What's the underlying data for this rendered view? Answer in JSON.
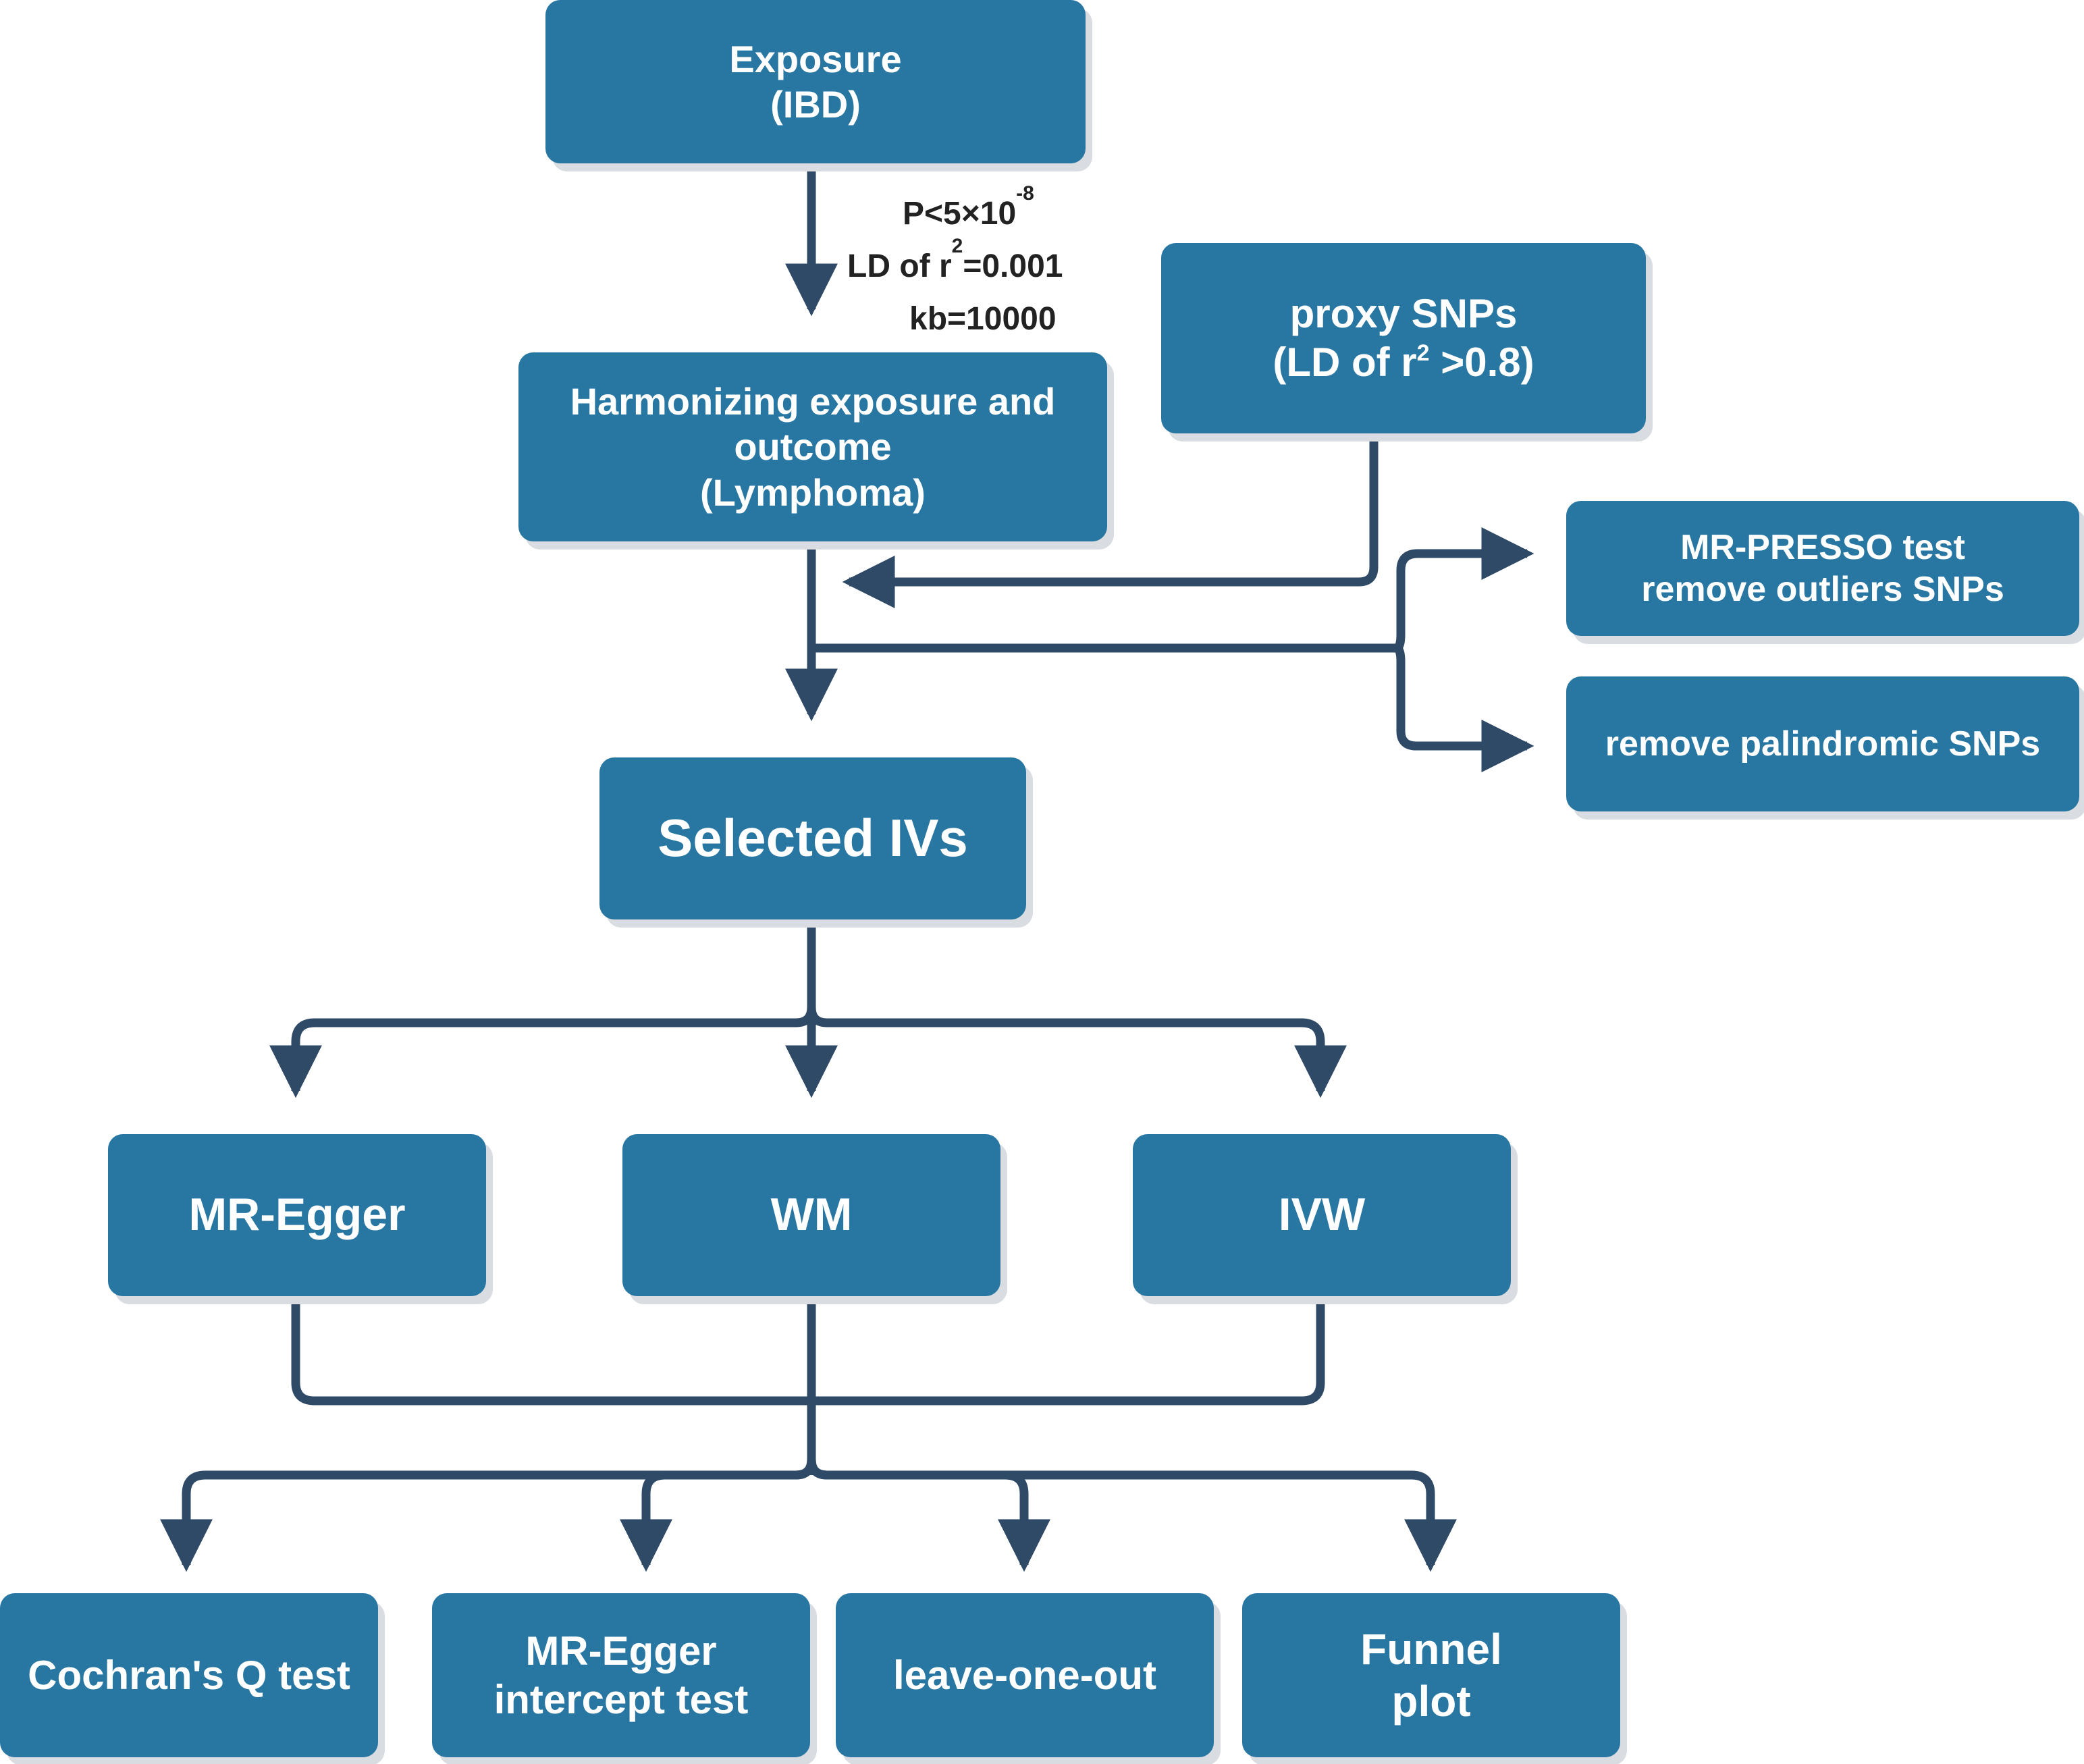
{
  "colors": {
    "box_fill": "#2877a3",
    "box_text": "#ffffff",
    "connector": "#2f4a66",
    "note_text": "#222222"
  },
  "nodes": {
    "exposure": {
      "line1": "Exposure",
      "line2": "(IBD)"
    },
    "harmonizing": {
      "line1": "Harmonizing exposure and",
      "line2": "outcome",
      "line3": "(Lymphoma)"
    },
    "proxy": {
      "line1": "proxy SNPs",
      "line2_pre": "(LD of r",
      "line2_sup": "2",
      "line2_post": " >0.8)"
    },
    "mr_presso": {
      "line1": "MR-PRESSO test",
      "line2": "remove outliers SNPs"
    },
    "palindromic": {
      "line1": "remove palindromic SNPs"
    },
    "selected": {
      "line1": "Selected IVs"
    },
    "mr_egger": {
      "line1": "MR-Egger"
    },
    "wm": {
      "line1": "WM"
    },
    "ivw": {
      "line1": "IVW"
    },
    "cochran": {
      "line1": "Cochran's Q test"
    },
    "intercept": {
      "line1": "MR-Egger",
      "line2": "intercept test"
    },
    "loo": {
      "line1": "leave-one-out"
    },
    "funnel": {
      "line1": "Funnel",
      "line2": "plot"
    }
  },
  "criteria": {
    "p_pre": "P<5×10",
    "p_sup": "-8",
    "ld_pre": "LD of r",
    "ld_sup": "2",
    "ld_post": "=0.001",
    "kb": "kb=10000"
  }
}
